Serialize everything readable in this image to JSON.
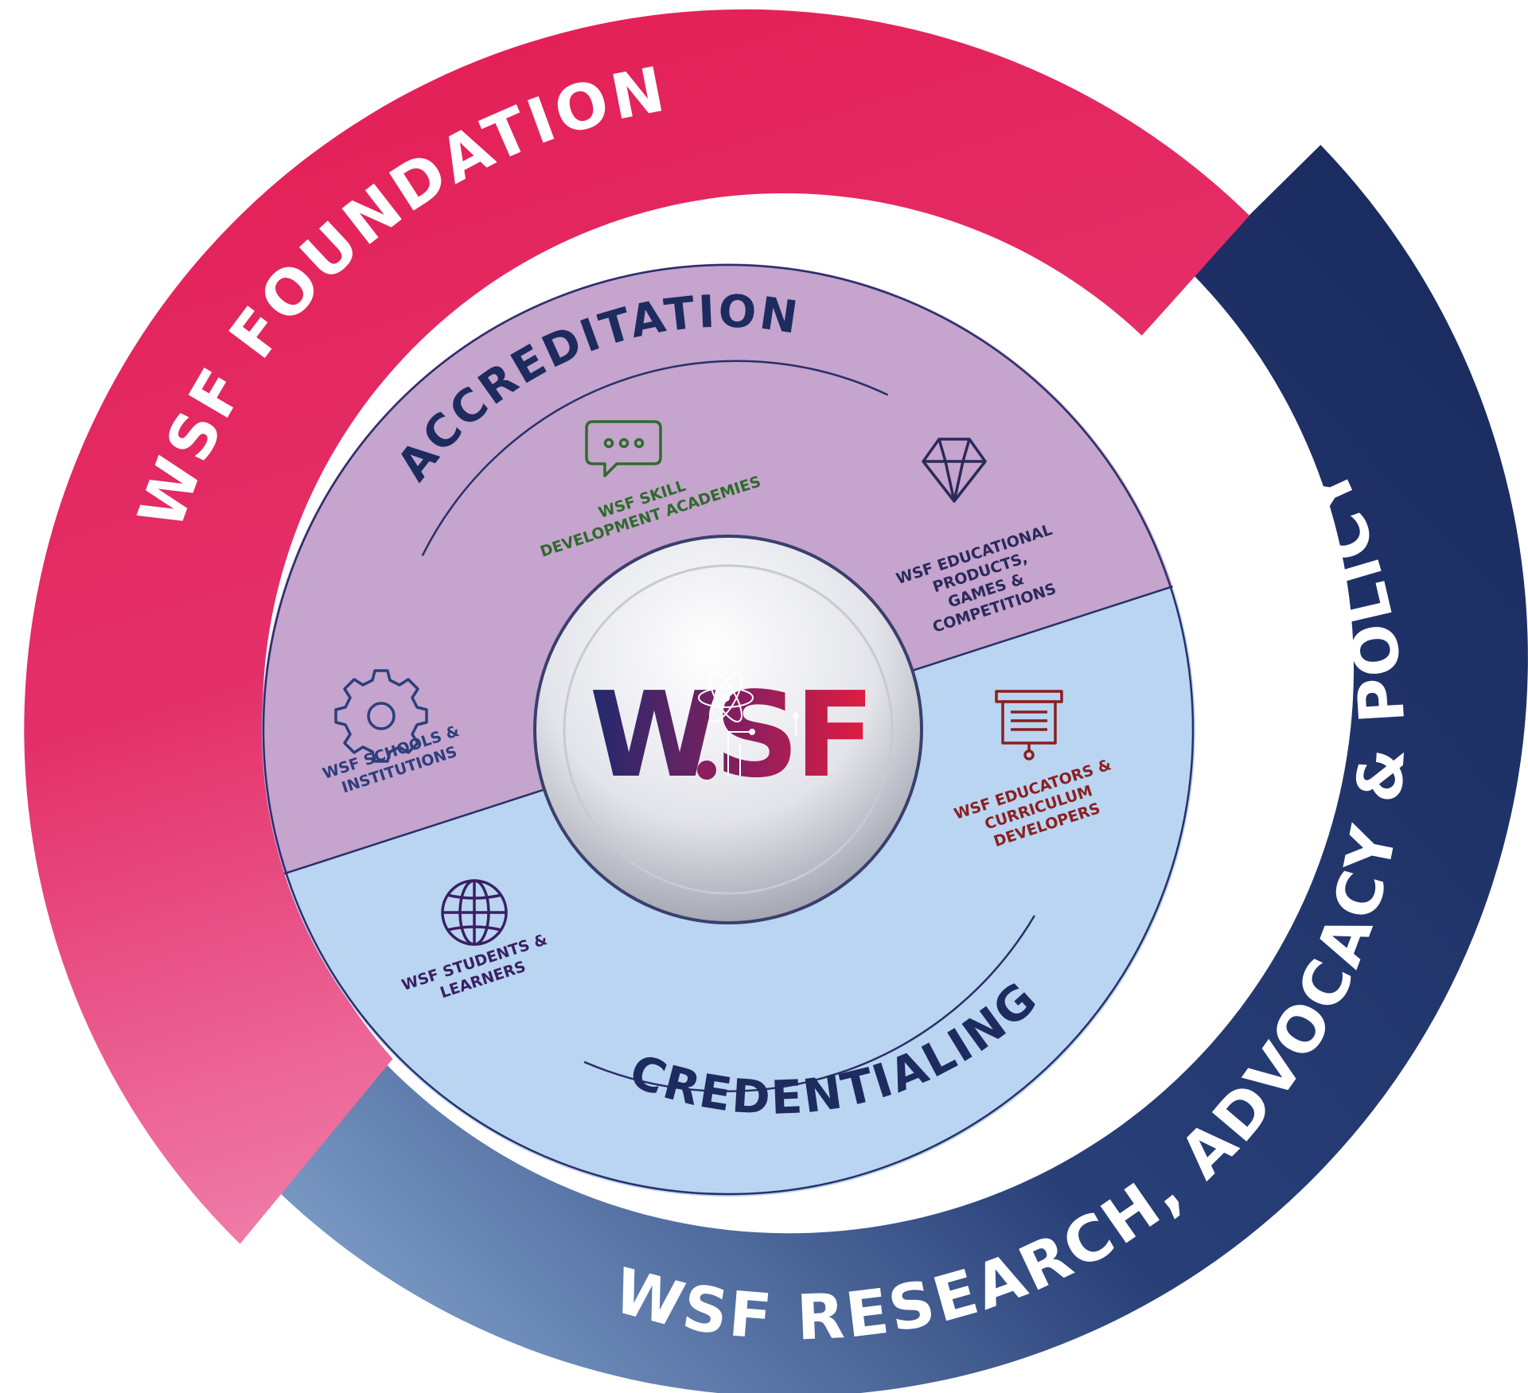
{
  "outer_ring": {
    "foundation": "WSF FOUNDATION",
    "research": "WSF RESEARCH, ADVOCACY & POLICY",
    "foundation_color": "#e31c52",
    "research_color": "#1e3264"
  },
  "inner_ring": {
    "accreditation": "ACCREDITATION",
    "credentialing": "CREDENTIALING",
    "top_color": "#c5a4cd",
    "bottom_color": "#b9d5f1"
  },
  "center_logo": {
    "text": "WSF"
  },
  "segments": [
    {
      "id": "academies",
      "icon": "chat-bubble-icon",
      "lines": [
        "WSF SKILL",
        "DEVELOPMENT ACADEMIES"
      ],
      "color": "#2e6b2b"
    },
    {
      "id": "products",
      "icon": "diamond-icon",
      "lines": [
        "WSF EDUCATIONAL",
        "PRODUCTS,",
        "GAMES &",
        "COMPETITIONS"
      ],
      "color": "#2a2a5a"
    },
    {
      "id": "schools",
      "icon": "gear-icon",
      "lines": [
        "WSF SCHOOLS &",
        "INSTITUTIONS"
      ],
      "color": "#2b3f7a"
    },
    {
      "id": "educators",
      "icon": "presentation-board-icon",
      "lines": [
        "WSF EDUCATORS &",
        "CURRICULUM",
        "DEVELOPERS"
      ],
      "color": "#8b1f1f"
    },
    {
      "id": "students",
      "icon": "globe-icon",
      "lines": [
        "WSF STUDENTS &",
        "LEARNERS"
      ],
      "color": "#3b1f63"
    }
  ]
}
